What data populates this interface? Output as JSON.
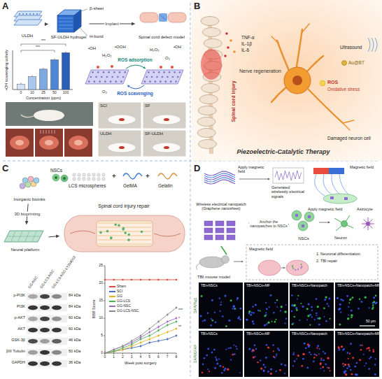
{
  "diagram": {
    "nodes": [
      {
        "text": [
          "A"
        ]
      },
      {
        "text": [
          "ULDH"
        ],
        "in": 0
      },
      {
        "text": [
          "SF-ULDH hydrogel"
        ],
        "in": 0
      },
      {
        "text": [
          "Spinal cord defect model"
        ],
        "in": 0
      },
      {
        "text": [
          "SCI"
        ],
        "in": 0
      },
      {
        "text": [
          "SF"
        ],
        "in": 0
      },
      {
        "text": [
          "ULDH"
        ],
        "in": 0
      },
      {
        "text": [
          "SF-ULDH"
        ],
        "in": 0
      },
      {
        "text": [
          "B"
        ]
      },
      {
        "text": [
          "C"
        ]
      },
      {
        "text": [
          "Inorganic bioinks"
        ],
        "in": 9
      },
      {
        "text": [
          "Neural platform"
        ],
        "in": 9
      },
      {
        "text": [
          "Spinal cord injury repair"
        ],
        "in": 9
      },
      {
        "text": [
          "D"
        ]
      },
      {
        "text": [
          "Wireless electrical nanopatch (Graphene nanosheet)"
        ],
        "in": 13
      },
      {
        "text": [
          "NSCs"
        ],
        "in": 13
      },
      {
        "text": [
          "TBI+NSCs"
        ],
        "in": 13
      },
      {
        "text": [
          "TBI+NSCs+MF"
        ],
        "in": 13
      },
      {
        "text": [
          "TBI+NSCs+Nanopatch"
        ],
        "in": 13
      },
      {
        "text": [
          "TBI+NSCs+Nanopatch+MF"
        ],
        "in": 13
      },
      {
        "text": [
          "TBI+NSCs"
        ],
        "in": 13
      },
      {
        "text": [
          "TBI+NSCs+MF"
        ],
        "in": 13
      },
      {
        "text": [
          "TBI+NSCs+Nanopatch"
        ],
        "in": 13
      },
      {
        "text": [
          "TBI+NSCs+Nanopatch+MF"
        ],
        "in": 13
      }
    ],
    "edges": [
      {
        "from": 1,
        "to": 2,
        "arrow": "to"
      },
      {
        "from": 2,
        "to": 3,
        "label": "Implant",
        "arrow": "to"
      },
      {
        "from": 10,
        "to": 11,
        "label": "3D bioprinting",
        "arrow": "to"
      },
      {
        "from": 11,
        "to": 12,
        "arrow": "to"
      },
      {
        "from": 14,
        "to": 15,
        "label": "Anchor the nanopatches to NSCs",
        "arrow": "to"
      }
    ],
    "labels": [
      "β-sheet",
      "H-bond",
      "•OH scavenging activity",
      "0",
      "10",
      "25",
      "50",
      "100",
      "Concentration (ppm)",
      "***",
      "***",
      "•OH",
      "H₂O₂",
      "•OOH",
      "H₂O₂",
      "O₂",
      "•OH",
      "O₂",
      "ROS adsorption",
      "ROS scavenging",
      "Spinal cord injury",
      "TNF-α",
      "IL-1β",
      "IL-6",
      "Nerve regeneration",
      "Ultrasound",
      "Au@BT",
      "ROS",
      "Oxidative stress",
      "Damaged neuron cell",
      "Piezoelectric-Catalytic Therapy",
      "NSCs",
      "LCS microspheres",
      "GelMA",
      "Gelatin",
      "+",
      "+",
      "GG-NSC",
      "GG-LCS-NSC",
      "GG-LCS-NSC-LY294002",
      "p-PI3K",
      "PI3K",
      "p-AKT",
      "AKT",
      "GSK-3β",
      "βIII Tubulin",
      "GAPDH",
      "84 kDa",
      "84 kDa",
      "60 kDa",
      "60 kDa",
      "46 kDa",
      "50 kDa",
      "36 kDa",
      "BBB Score",
      "0",
      "5",
      "10",
      "15",
      "20",
      "25",
      "0",
      "1",
      "2",
      "3",
      "4",
      "5",
      "6",
      "7",
      "8",
      "Week post surgery",
      "***",
      "*",
      "**",
      "Apply magnetic field",
      "Generated wirelessly electrical signals",
      "Magnetic field",
      "Apply magnetic field",
      "Astrocyte",
      "Neuron",
      "TBI mouse model",
      "Magnetic field",
      "1. Neuronal differentiation",
      "2. TBI repair",
      "DAPI/Tuj1",
      "DAPI/GFAP",
      "50 μm"
    ],
    "legend": [
      {
        "text": "Sham",
        "color": "#e8483a"
      },
      {
        "text": "SCI",
        "color": "#4a6fb5"
      },
      {
        "text": "GG",
        "color": "#e6b422"
      },
      {
        "text": "GG-LCS",
        "color": "#4fae5a"
      },
      {
        "text": "GG-NSC",
        "color": "#9b6cc4"
      },
      {
        "text": "GG-LCS-NSC",
        "color": "#8a8a8a"
      }
    ]
  }
}
